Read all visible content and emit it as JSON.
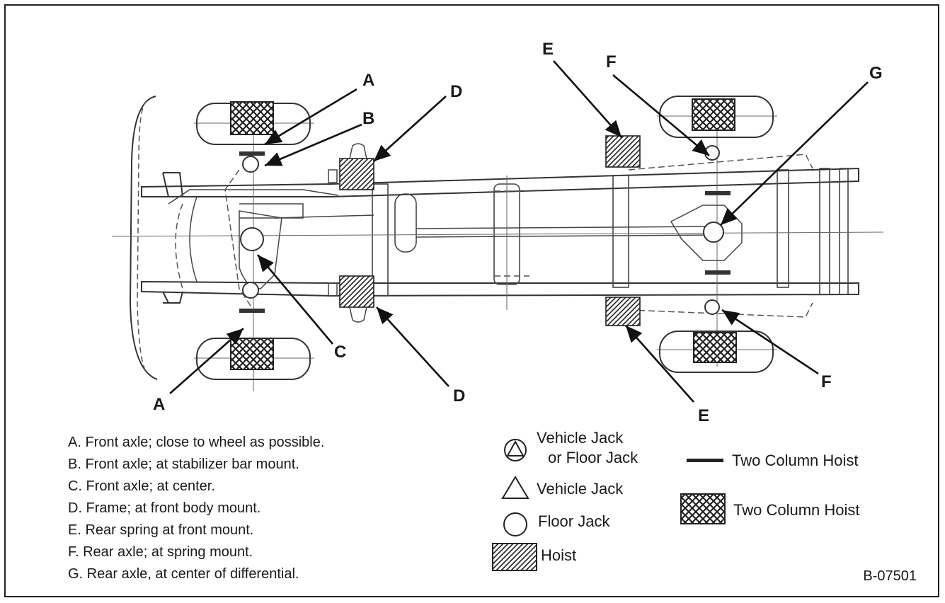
{
  "figure_code": "B-07501",
  "callouts": {
    "A_top": "A",
    "B": "B",
    "D_top": "D",
    "E_top": "E",
    "F_top": "F",
    "G": "G",
    "C": "C",
    "A_bottom": "A",
    "D_bottom": "D",
    "E_bottom": "E",
    "F_bottom": "F"
  },
  "legend_items": [
    "A. Front axle; close to wheel as possible.",
    "B. Front axle; at stabilizer bar mount.",
    "C. Front axle; at center.",
    "D. Frame; at front body mount.",
    "E. Rear spring at front mount.",
    "F. Rear axle; at spring mount.",
    "G. Rear axle, at center of differential."
  ],
  "key": {
    "vehicle_or_floor_jack_line1": "Vehicle Jack",
    "vehicle_or_floor_jack_line2": "or Floor Jack",
    "vehicle_jack": "Vehicle Jack",
    "floor_jack": "Floor Jack",
    "hoist": "Hoist",
    "two_column_hoist_dash": "Two Column Hoist",
    "two_column_hoist_pad": "Two Column Hoist"
  }
}
